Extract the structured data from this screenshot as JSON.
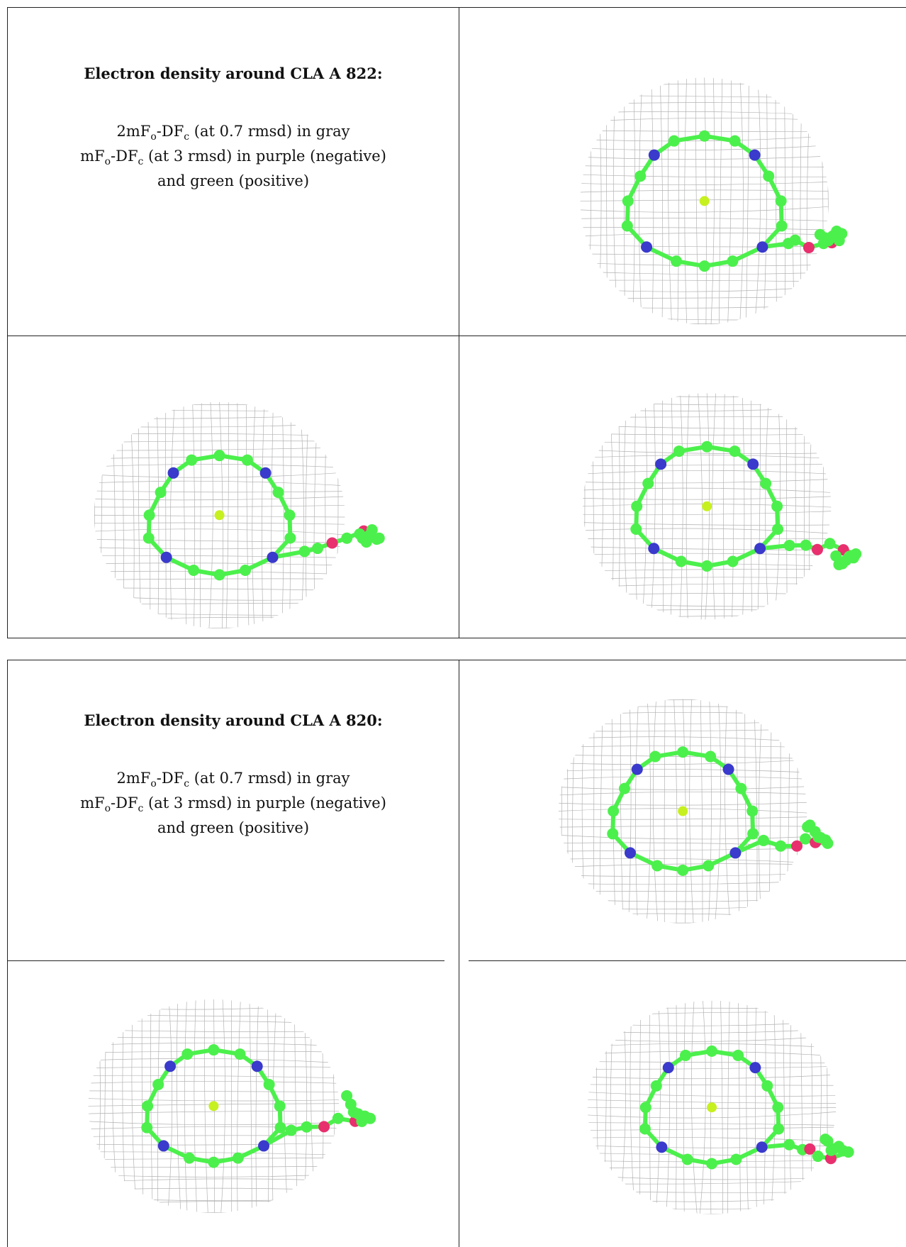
{
  "panels": [
    {
      "title": "Electron density around CLA A 822:",
      "lines": [
        {
          "a": "2mF",
          "sub1": "o",
          "b": "-DF",
          "sub2": "c",
          "c": " (at 0.7 rmsd) in gray"
        },
        {
          "a": "mF",
          "sub1": "o",
          "b": "-DF",
          "sub2": "c",
          "c": " (at 3 rmsd) in purple (negative)"
        },
        {
          "a": "",
          "sub1": "",
          "b": "",
          "sub2": "",
          "c": "and green (positive)"
        }
      ]
    },
    {
      "title": "Electron density around CLA A 820:",
      "lines": [
        {
          "a": "2mF",
          "sub1": "o",
          "b": "-DF",
          "sub2": "c",
          "c": " (at 0.7 rmsd) in gray"
        },
        {
          "a": "mF",
          "sub1": "o",
          "b": "-DF",
          "sub2": "c",
          "c": " (at 3 rmsd) in purple (negative)"
        },
        {
          "a": "",
          "sub1": "",
          "b": "",
          "sub2": "",
          "c": "and green (positive)"
        }
      ]
    }
  ],
  "colors": {
    "carbon": "#4cf04c",
    "nitrogen": "#3a3acc",
    "oxygen": "#e8306e",
    "magnesium": "#c6f020",
    "mesh": "#9a9a9a"
  }
}
